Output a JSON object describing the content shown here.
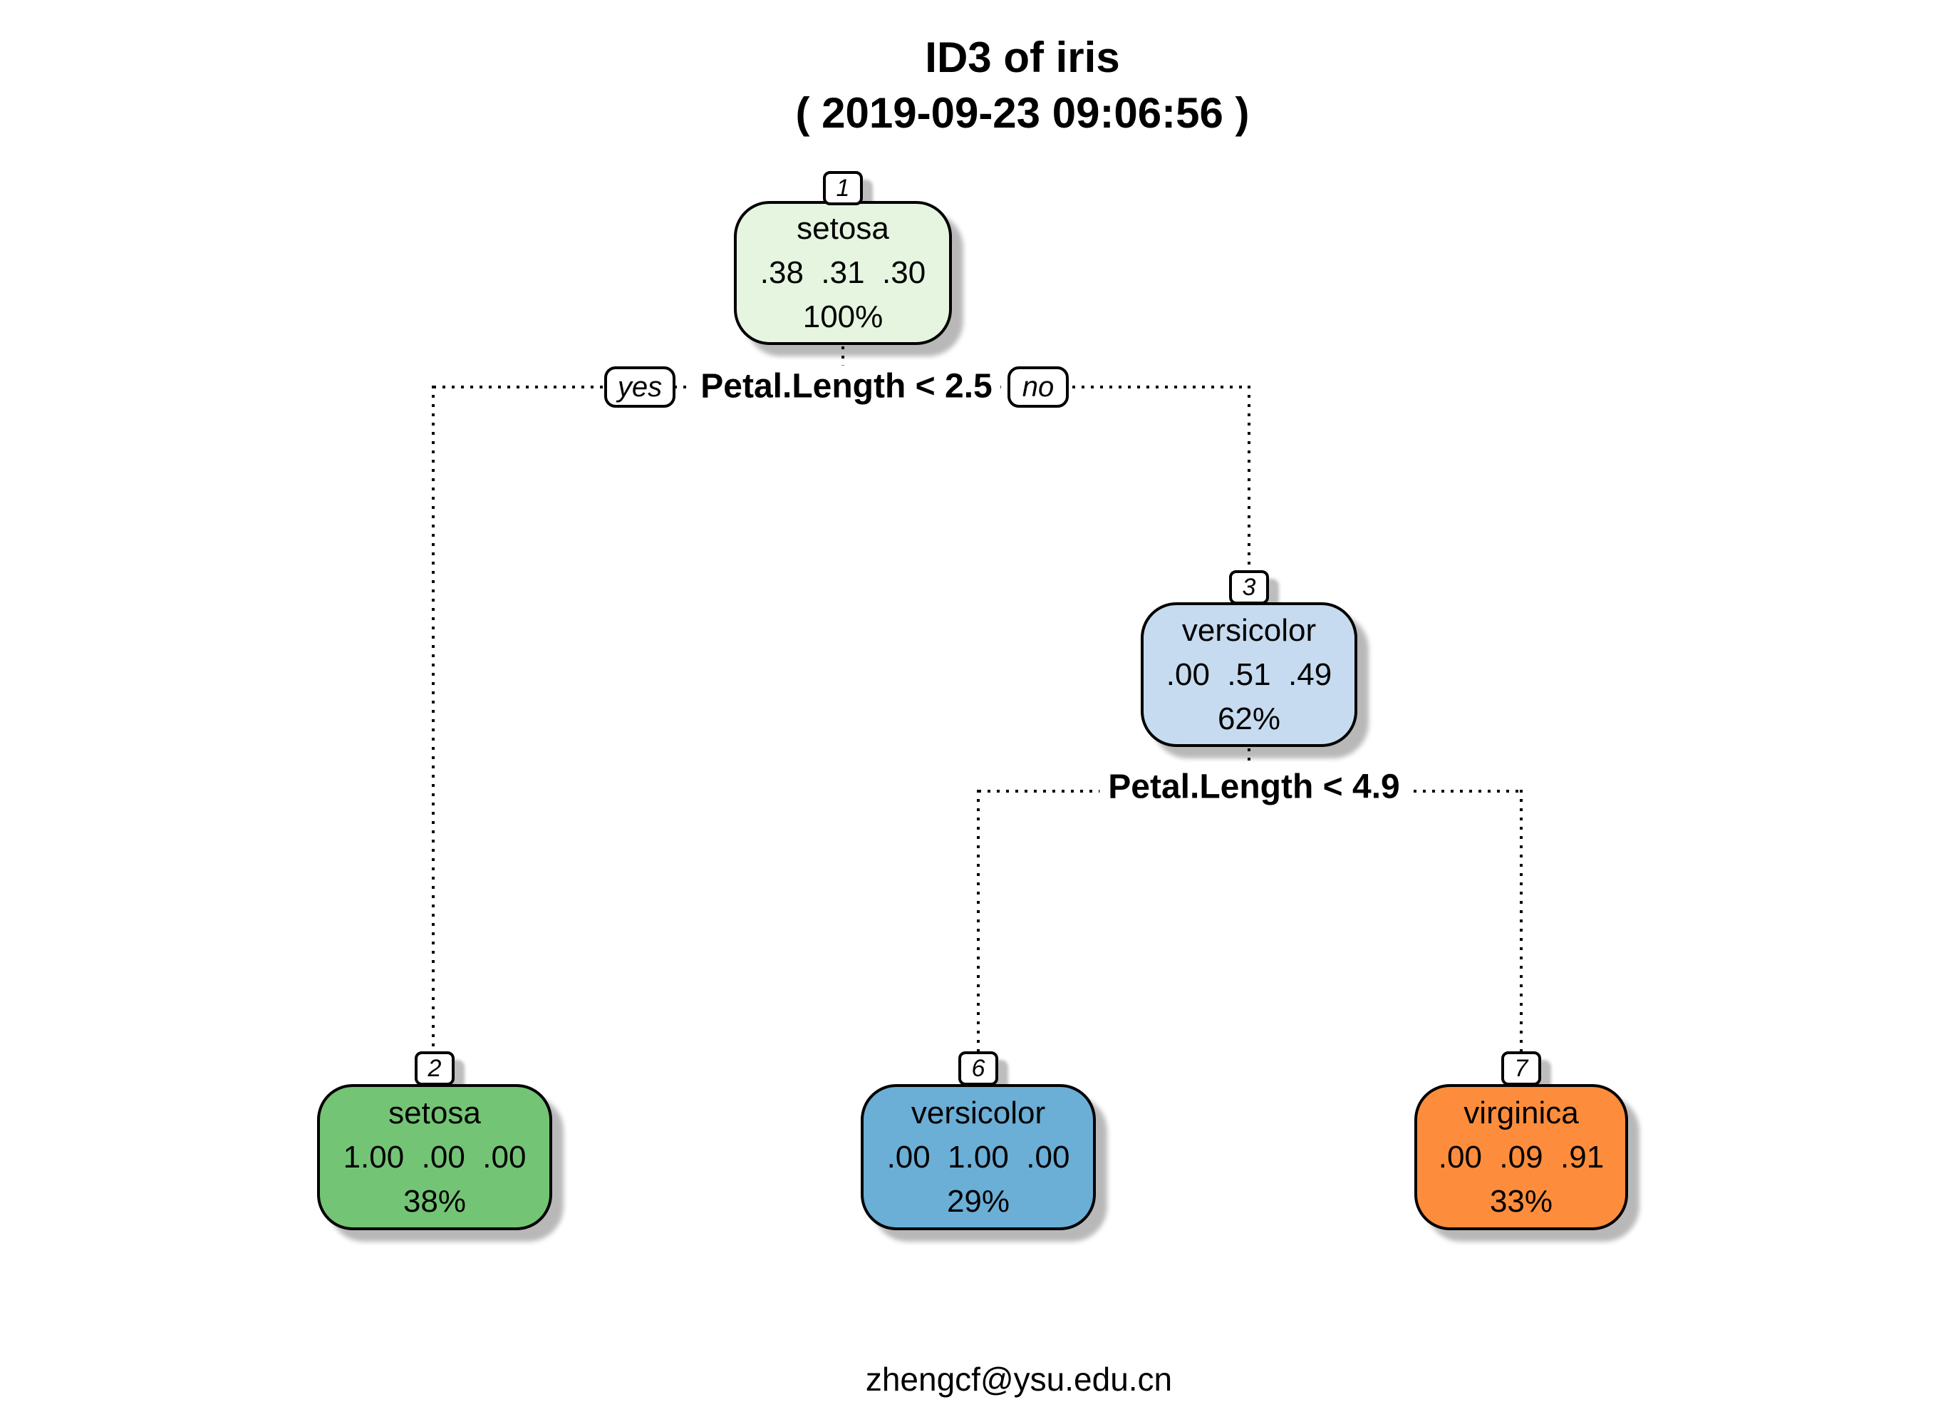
{
  "title": {
    "line1": "ID3 of iris",
    "line2": "( 2019-09-23 09:06:56 )"
  },
  "footer": {
    "email": "zhengcf@ysu.edu.cn"
  },
  "splits": {
    "split1": {
      "label": "Petal.Length < 2.5",
      "yes_label": "yes",
      "no_label": "no"
    },
    "split2": {
      "label": "Petal.Length < 4.9"
    }
  },
  "nodes": {
    "n1": {
      "id": "1",
      "class_label": "setosa",
      "probs": ".38  .31  .30",
      "percent": "100%",
      "color": "#e5f5e0"
    },
    "n3": {
      "id": "3",
      "class_label": "versicolor",
      "probs": ".00  .51  .49",
      "percent": "62%",
      "color": "#c6dbef"
    },
    "n2": {
      "id": "2",
      "class_label": "setosa",
      "probs": "1.00  .00  .00",
      "percent": "38%",
      "color": "#74c476"
    },
    "n6": {
      "id": "6",
      "class_label": "versicolor",
      "probs": ".00  1.00  .00",
      "percent": "29%",
      "color": "#6baed6"
    },
    "n7": {
      "id": "7",
      "class_label": "virginica",
      "probs": ".00  .09  .91",
      "percent": "33%",
      "color": "#fd8d3c"
    }
  }
}
